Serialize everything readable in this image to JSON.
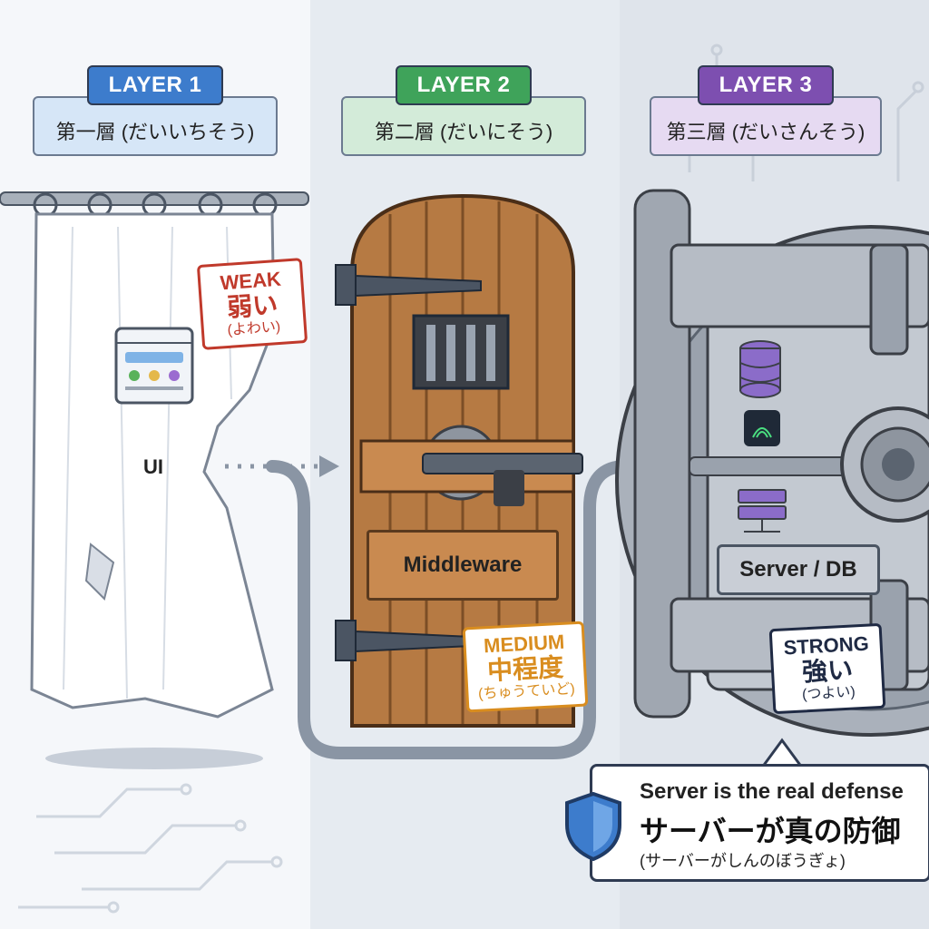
{
  "layers": [
    {
      "title": "LAYER 1",
      "subtitle": "第一層 (だいいちそう)"
    },
    {
      "title": "LAYER 2",
      "subtitle": "第二層 (だいにそう)"
    },
    {
      "title": "LAYER 3",
      "subtitle": "第三層 (だいさんそう)"
    }
  ],
  "tags": {
    "weak": {
      "en": "WEAK",
      "jp": "弱い",
      "kana": "(よわい)"
    },
    "medium": {
      "en": "MEDIUM",
      "jp": "中程度",
      "kana": "(ちゅうていど)"
    },
    "strong": {
      "en": "STRONG",
      "jp": "強い",
      "kana": "(つよい)"
    }
  },
  "labels": {
    "ui": "UI",
    "middleware": "Middleware",
    "server": "Server / DB"
  },
  "callout": {
    "en": "Server is the real defense",
    "jp": "サーバーが真の防御",
    "kana": "(サーバーがしんのぼうぎょ)"
  },
  "colors": {
    "layer1": "#3d7ccc",
    "layer2": "#3fa35a",
    "layer3": "#7d4fb0",
    "weak": "#c0392b",
    "medium": "#d98d1f",
    "strong": "#1f2a44"
  }
}
